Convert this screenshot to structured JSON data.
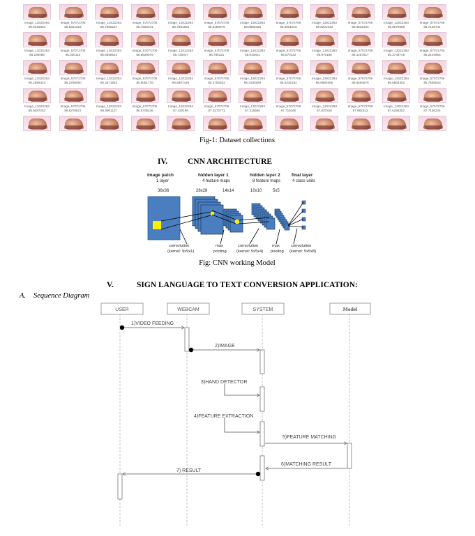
{
  "dataset": {
    "rows": 5,
    "cols": 12,
    "captions": [
      [
        "Image_12022293",
        "Image_57072706",
        "Image_12022293",
        "Image_57072706",
        "Image_12022293",
        "Image_57072706",
        "Image_12022293",
        "Image_57072706",
        "Image_12022293",
        "Image_57072706",
        "Image_12022293",
        "Image_57072706"
      ],
      [
        "Image_12022293",
        "Image_57072706",
        "Image_12022293",
        "Image_57072706",
        "Image_12022293",
        "Image_57072706",
        "Image_12022293",
        "Image_57072706",
        "Image_12022293",
        "Image_57072706",
        "Image_12022293",
        "Image_57072706"
      ],
      [
        "Image_12022293",
        "Image_57072706",
        "Image_12022293",
        "Image_57072706",
        "Image_12022293",
        "Image_57072706",
        "Image_12022293",
        "Image_57072706",
        "Image_12022293",
        "Image_57072706",
        "Image_12022293",
        "Image_57072706"
      ],
      [
        "Image_12022293",
        "Image_57072706",
        "Image_12022293",
        "Image_57072706",
        "Image_12022293",
        "Image_57072706",
        "Image_12022293",
        "Image_57072706",
        "Image_12022293",
        "Image_57072706",
        "Image_12022293",
        "Image_57072706"
      ]
    ],
    "numbers": [
      [
        "85.6318834",
        "85.8321823",
        "85.7885237",
        "85.7500101",
        "85.7881802",
        "85.6480575",
        "85.6880485",
        "85.6001815",
        "85.8201542",
        "85.9532344",
        "85.8876685",
        "85.7136741"
      ],
      [
        "85.230086",
        "85.300116",
        "86.6858512",
        "86.6829076",
        "85.720917",
        "86.795121",
        "85.810821",
        "86.870142",
        "85.870185",
        "85.1257517",
        "85.3746748",
        "85.2104855"
      ],
      [
        "86.2589323",
        "86.2788060",
        "86.3371563",
        "85.8051776",
        "86.6807426",
        "85.4706262",
        "86.3183568",
        "85.5336154",
        "86.0880365",
        "85.6594578",
        "86.6862362",
        "85.7536843"
      ],
      [
        "86.9087252",
        "86.8376627",
        "86.8901137",
        "86.5705246",
        "87.420196",
        "87.0373771",
        "87.315585",
        "87.716160",
        "87.837816",
        "87.982423",
        "87.6286352",
        "87.7136234"
      ]
    ],
    "caption": "Fig-1: Dataset collections"
  },
  "section4": {
    "heading_num": "IV.",
    "heading": "CNN ARCHITECTURE",
    "columns": [
      {
        "title": "image patch",
        "sub": "1 layer",
        "size": "36x36"
      },
      {
        "title": "hidden layer 1",
        "sub": "4 feature maps",
        "size": "28x28"
      },
      {
        "title": "",
        "sub": "",
        "size": "14x14"
      },
      {
        "title": "hidden layer 2",
        "sub": "8 feature maps",
        "size": "10x10"
      },
      {
        "title": "",
        "sub": "",
        "size": "5x5"
      },
      {
        "title": "final layer",
        "sub": "4 class units",
        "size": ""
      }
    ],
    "ops": {
      "conv1": [
        "convolution",
        "(kernel: 9x9x1)"
      ],
      "pool1": [
        "max",
        "pooling"
      ],
      "conv2": [
        "convolution",
        "(kernel: 5x5x4)"
      ],
      "pool2": [
        "max",
        "pooling"
      ],
      "conv3": [
        "convolution",
        "(kernel: 5x5x8)"
      ]
    },
    "caption": "Fig: CNN working Model",
    "colors": {
      "map": "#4a7ebf",
      "map_edge": "#2d5b94",
      "patch": "#ffee00"
    }
  },
  "section5": {
    "heading_num": "V.",
    "heading": "SIGN LANGUAGE TO TEXT CONVERSION APPLICATION:",
    "sub_label": "A.",
    "sub_title": "Sequence Diagram"
  },
  "sequence": {
    "actors": [
      "USER",
      "WEBCAM",
      "SYSTEM",
      "Model"
    ],
    "messages": [
      "1)VIDEO FEEDING",
      "2)IMAGE",
      "3)HAND DETECTOR",
      "4)FEATURE EXTRACTION",
      "5)FEATURE MATCHING",
      "6)MATCHING RESULT",
      "7) RESULT"
    ]
  }
}
